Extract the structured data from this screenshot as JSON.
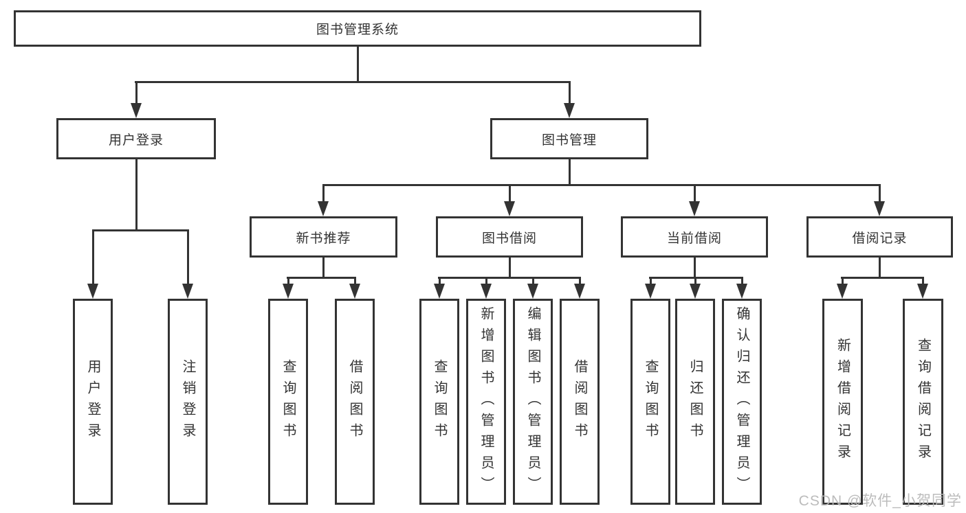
{
  "diagram": {
    "root": {
      "label": "图书管理系统"
    },
    "branches": {
      "user_login": {
        "label": "用户登录",
        "children": [
          {
            "label": "用户登录"
          },
          {
            "label": "注销登录"
          }
        ]
      },
      "book_management": {
        "label": "图书管理",
        "children": [
          {
            "label": "新书推荐",
            "children": [
              {
                "label": "查询图书"
              },
              {
                "label": "借阅图书"
              }
            ]
          },
          {
            "label": "图书借阅",
            "children": [
              {
                "label": "查询图书"
              },
              {
                "label": "新增图书（管理员）"
              },
              {
                "label": "编辑图书（管理员）"
              },
              {
                "label": "借阅图书"
              }
            ]
          },
          {
            "label": "当前借阅",
            "children": [
              {
                "label": "查询图书"
              },
              {
                "label": "归还图书"
              },
              {
                "label": "确认归还（管理员）"
              }
            ]
          },
          {
            "label": "借阅记录",
            "children": [
              {
                "label": "新增借阅记录"
              },
              {
                "label": "查询借阅记录"
              }
            ]
          }
        ]
      }
    }
  },
  "watermark": {
    "text": "CSDN @软件_小贺同学"
  },
  "colors": {
    "line": "#333333",
    "box_border": "#333333",
    "box_fill": "#ffffff",
    "text": "#333333",
    "background": "#ffffff",
    "watermark": "#b8b8b8"
  }
}
